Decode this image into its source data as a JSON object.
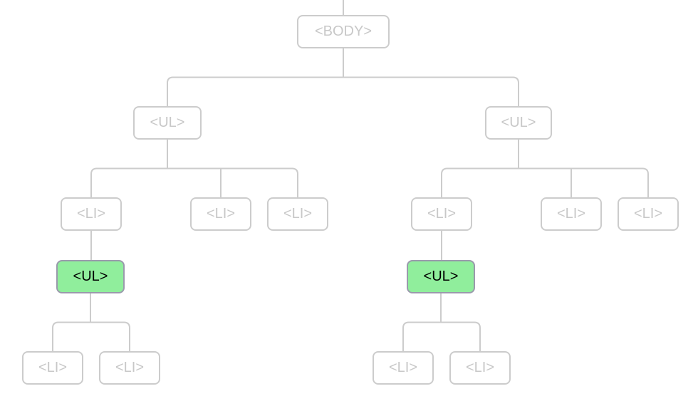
{
  "diagram": {
    "nodes": [
      {
        "id": "body",
        "label": "<BODY>",
        "highlighted": false
      },
      {
        "id": "ul-left",
        "label": "<UL>",
        "highlighted": false
      },
      {
        "id": "ul-right",
        "label": "<UL>",
        "highlighted": false
      },
      {
        "id": "li-l1",
        "label": "<LI>",
        "highlighted": false
      },
      {
        "id": "li-l2",
        "label": "<LI>",
        "highlighted": false
      },
      {
        "id": "li-l3",
        "label": "<LI>",
        "highlighted": false
      },
      {
        "id": "li-r1",
        "label": "<LI>",
        "highlighted": false
      },
      {
        "id": "li-r2",
        "label": "<LI>",
        "highlighted": false
      },
      {
        "id": "li-r3",
        "label": "<LI>",
        "highlighted": false
      },
      {
        "id": "ul-left-nested",
        "label": "<UL>",
        "highlighted": true
      },
      {
        "id": "ul-right-nested",
        "label": "<UL>",
        "highlighted": true
      },
      {
        "id": "li-ln1",
        "label": "<LI>",
        "highlighted": false
      },
      {
        "id": "li-ln2",
        "label": "<LI>",
        "highlighted": false
      },
      {
        "id": "li-rn1",
        "label": "<LI>",
        "highlighted": false
      },
      {
        "id": "li-rn2",
        "label": "<LI>",
        "highlighted": false
      }
    ],
    "edges": [
      [
        "body",
        "ul-left"
      ],
      [
        "body",
        "ul-right"
      ],
      [
        "ul-left",
        "li-l1"
      ],
      [
        "ul-left",
        "li-l2"
      ],
      [
        "ul-left",
        "li-l3"
      ],
      [
        "ul-right",
        "li-r1"
      ],
      [
        "ul-right",
        "li-r2"
      ],
      [
        "ul-right",
        "li-r3"
      ],
      [
        "li-l1",
        "ul-left-nested"
      ],
      [
        "li-r1",
        "ul-right-nested"
      ],
      [
        "ul-left-nested",
        "li-ln1"
      ],
      [
        "ul-left-nested",
        "li-ln2"
      ],
      [
        "ul-right-nested",
        "li-rn1"
      ],
      [
        "ul-right-nested",
        "li-rn2"
      ]
    ],
    "colors": {
      "highlight_fill": "#90ee9c",
      "highlight_border": "#9a9aac",
      "muted_border": "#cccccc",
      "muted_text": "#c8c8c8",
      "connector": "#cccccc"
    }
  }
}
